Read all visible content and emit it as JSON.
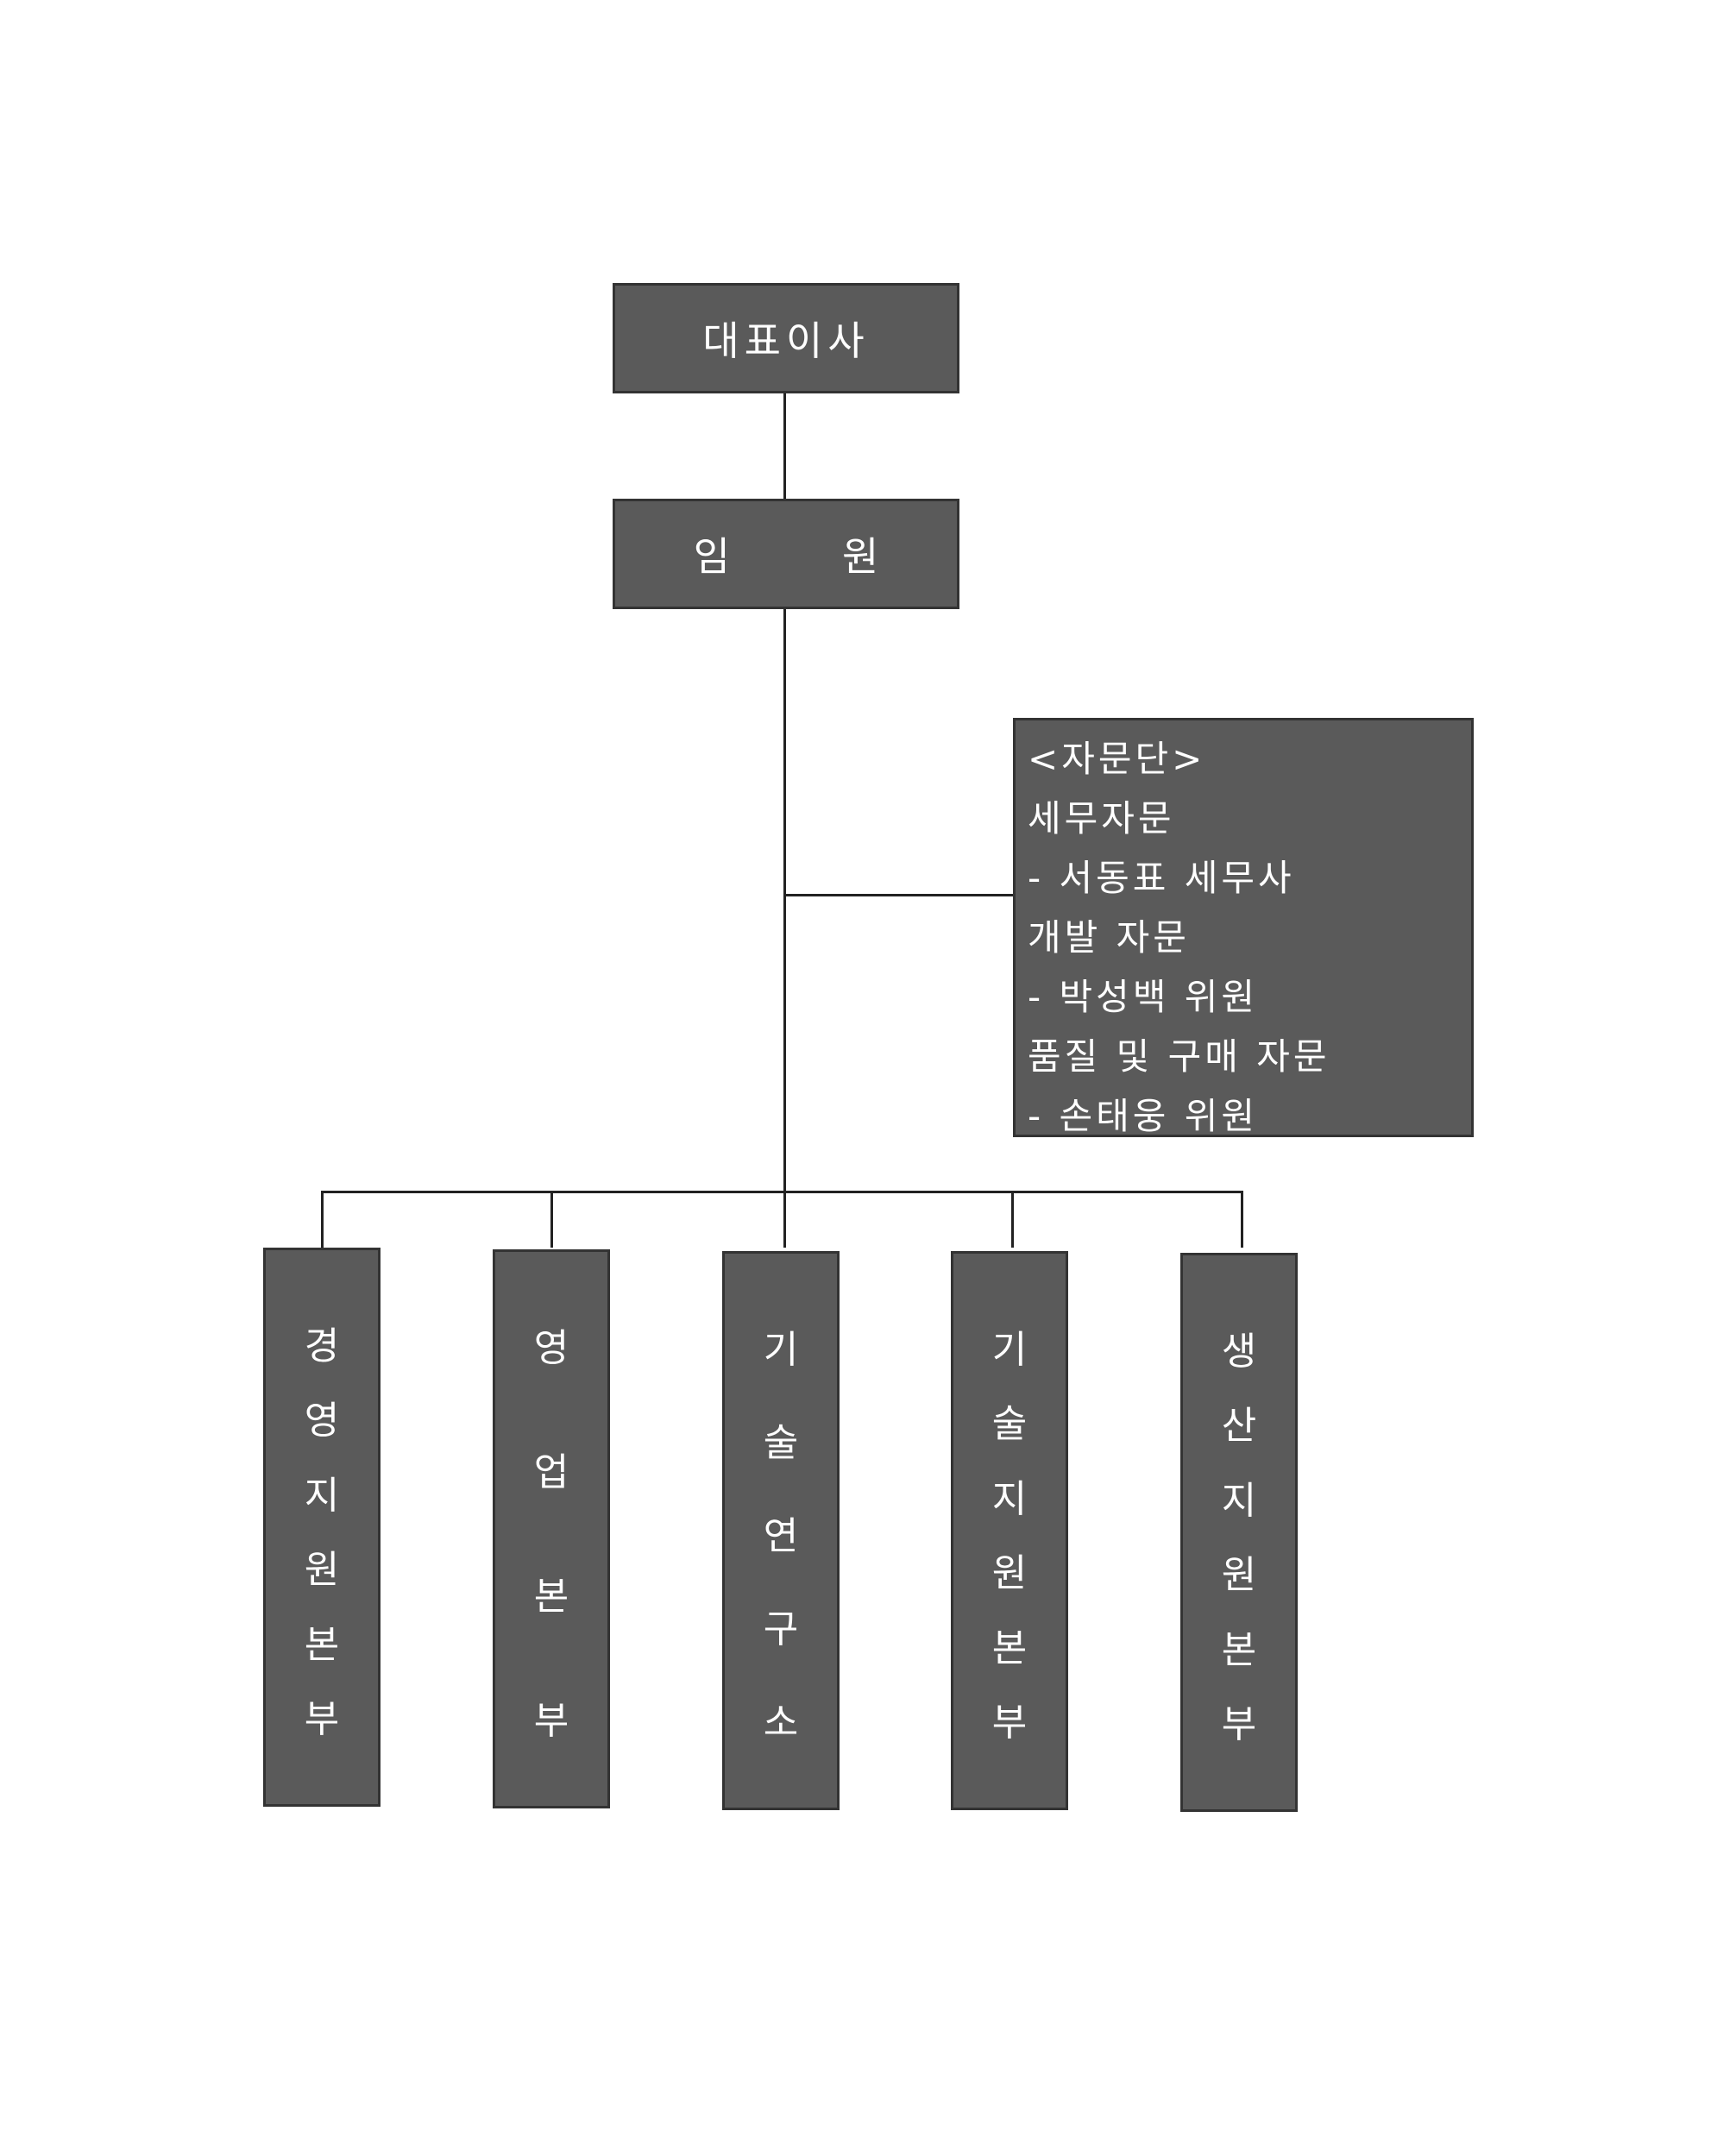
{
  "org_chart": {
    "ceo": {
      "label": "대표이사"
    },
    "executives": {
      "char1": "임",
      "char2": "원"
    },
    "advisory": {
      "lines": [
        "<자문단>",
        "세무자문",
        "- 서동표 세무사",
        "개발 자문",
        "- 박성백 위원",
        "품질 및 구매 자문",
        "- 손태웅 위원"
      ]
    },
    "departments": [
      {
        "name": "경영지원본부",
        "chars": [
          "경",
          "영",
          "지",
          "원",
          "본",
          "부"
        ]
      },
      {
        "name": "영업본부",
        "chars": [
          "영",
          "업",
          "본",
          "부"
        ]
      },
      {
        "name": "기술연구소",
        "chars": [
          "기",
          "술",
          "연",
          "구",
          "소"
        ]
      },
      {
        "name": "기술지원본부",
        "chars": [
          "기",
          "술",
          "지",
          "원",
          "본",
          "부"
        ]
      },
      {
        "name": "생산지원본부",
        "chars": [
          "생",
          "산",
          "지",
          "원",
          "본",
          "부"
        ]
      }
    ]
  },
  "colors": {
    "box_fill": "#5a5a5a",
    "box_border": "#333333",
    "text": "#ffffff",
    "connector": "#222222"
  }
}
